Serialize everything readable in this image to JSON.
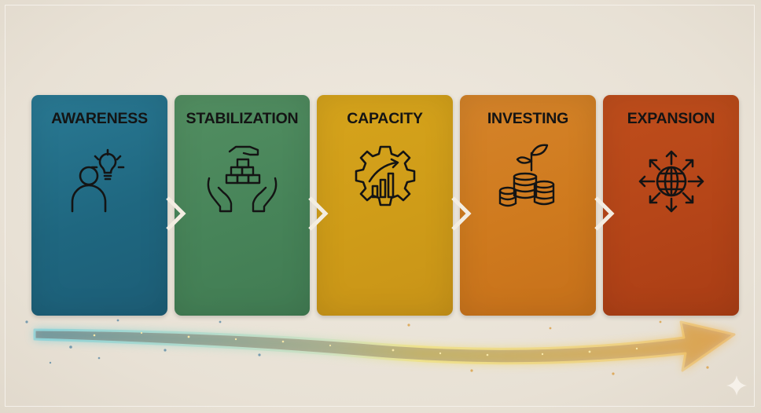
{
  "stages": [
    {
      "title": "AWARENESS",
      "icon": "person-lightbulb-icon",
      "color": "#236f88"
    },
    {
      "title": "STABILIZATION",
      "icon": "hands-blocks-icon",
      "color": "#4b8a5f"
    },
    {
      "title": "CAPACITY",
      "icon": "gear-growth-chart-icon",
      "color": "#cf9c18"
    },
    {
      "title": "INVESTING",
      "icon": "coins-sprout-icon",
      "color": "#cf7a1e"
    },
    {
      "title": "EXPANSION",
      "icon": "globe-arrows-icon",
      "color": "#b54518"
    }
  ],
  "connector_icon": "chevron-arrow-icon",
  "journey_arrow": {
    "icon": "progress-arrow-icon",
    "colors": [
      "#40c4d8",
      "#e8d040",
      "#f08a18"
    ]
  },
  "sparkle_icon": "sparkle-icon",
  "background_color": "#ece6dc"
}
